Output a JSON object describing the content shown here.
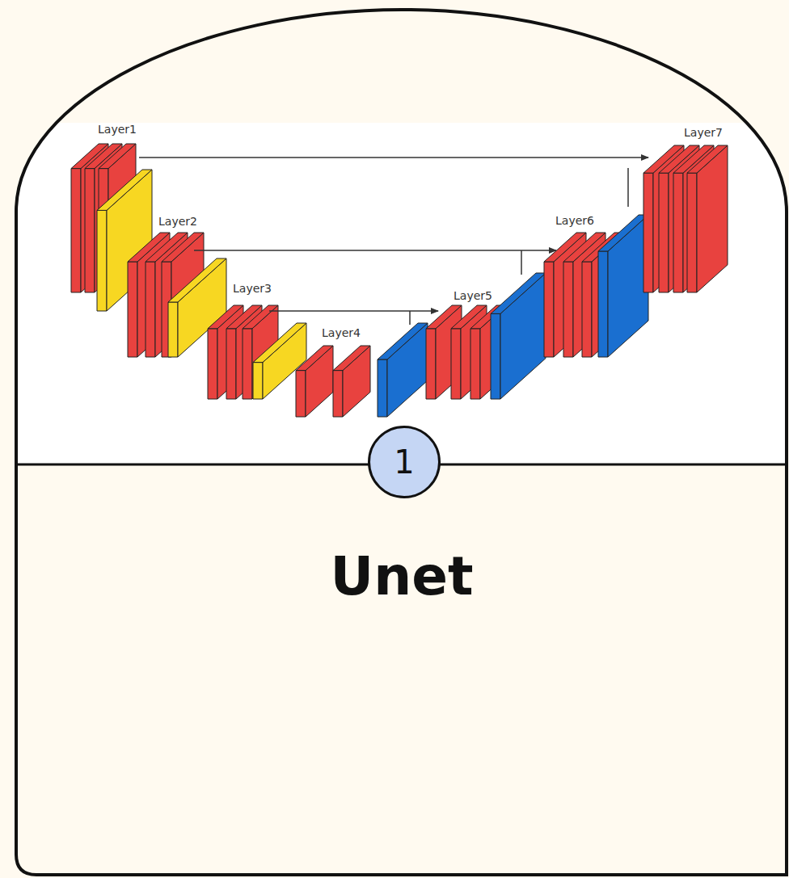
{
  "diagram": {
    "title": "Unet",
    "nodes": [
      {
        "text": [
          "1"
        ]
      }
    ],
    "labels": [
      "Layer1",
      "Layer2",
      "Layer3",
      "Layer4",
      "Layer5",
      "Layer6",
      "Layer7"
    ]
  }
}
